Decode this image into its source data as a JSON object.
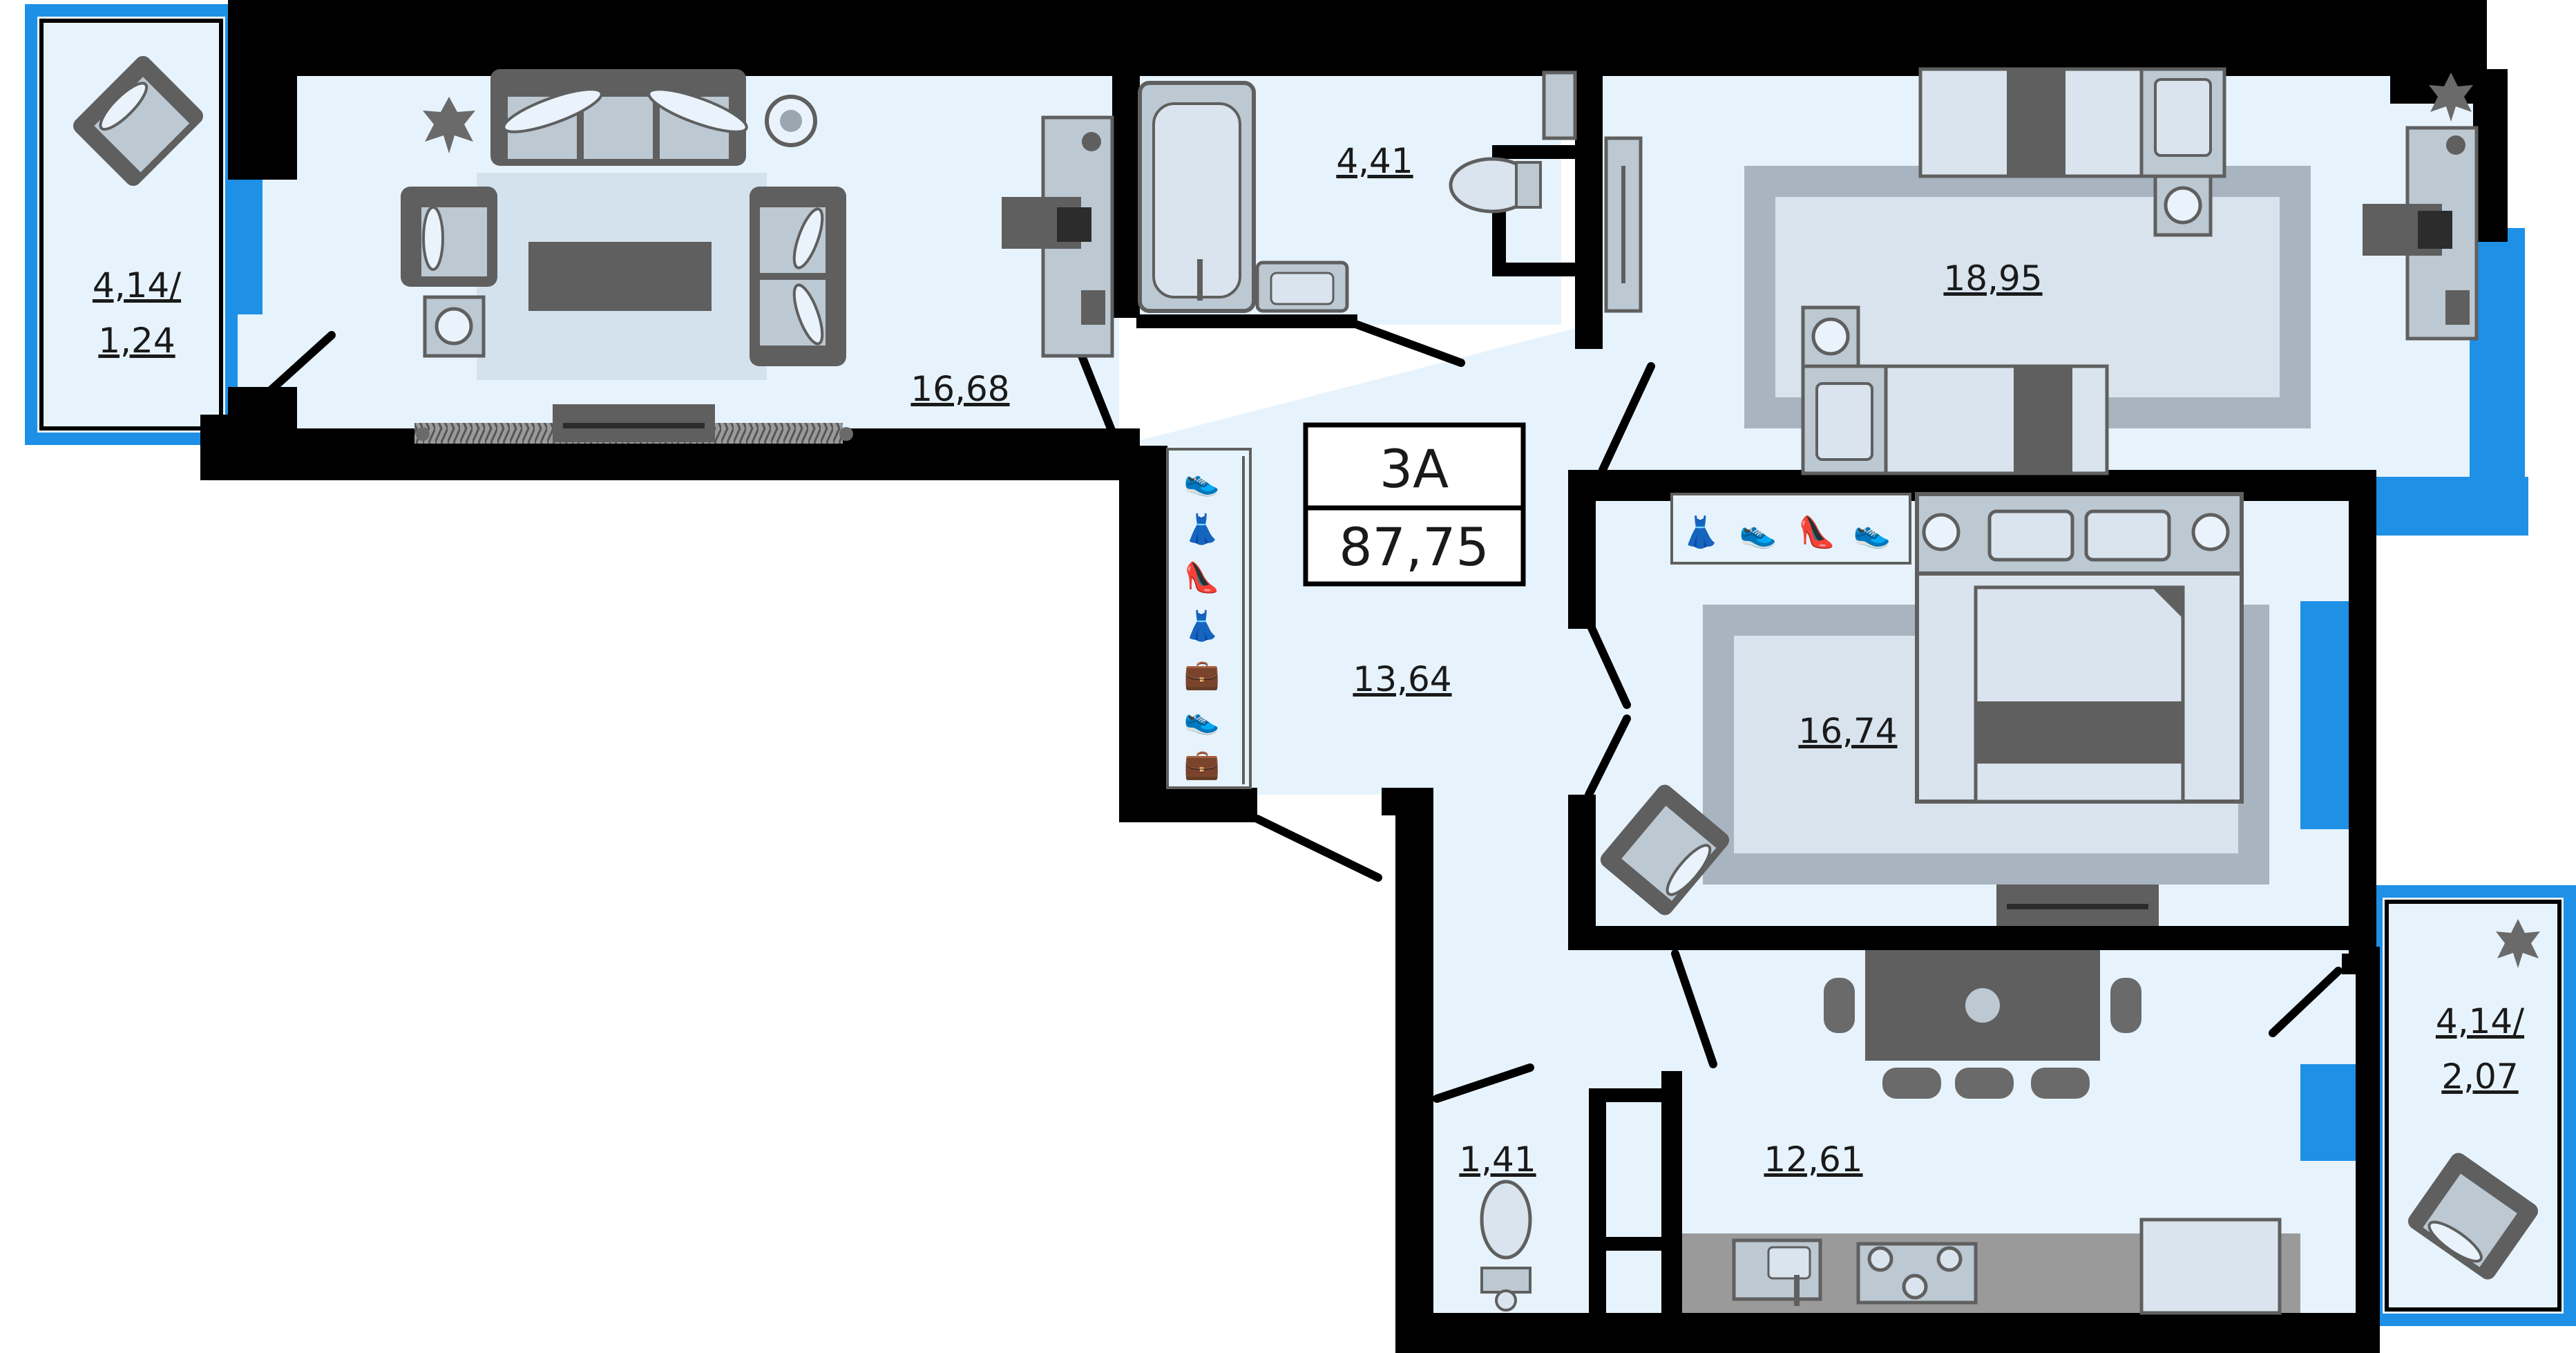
{
  "apartment": {
    "type_code": "3A",
    "total_area": "87,75"
  },
  "rooms": {
    "living_room": {
      "area": "16,68"
    },
    "bathroom": {
      "area": "4,41"
    },
    "bedroom_large": {
      "area": "18,95"
    },
    "hallway": {
      "area": "13,64"
    },
    "bedroom": {
      "area": "16,74"
    },
    "toilet": {
      "area": "1,41"
    },
    "kitchen": {
      "area": "12,61"
    },
    "balcony_left": {
      "area_line1": "4,14/",
      "area_line2": "1,24"
    },
    "balcony_right": {
      "area_line1": "4,14/",
      "area_line2": "2,07"
    }
  },
  "colors": {
    "wall": "#000000",
    "floor": "#e7f3fc",
    "window": "#1e90e6",
    "furniture": "#5f5f5f",
    "furniture_light": "#d9e4ee",
    "rug": "#a8b4bf"
  }
}
